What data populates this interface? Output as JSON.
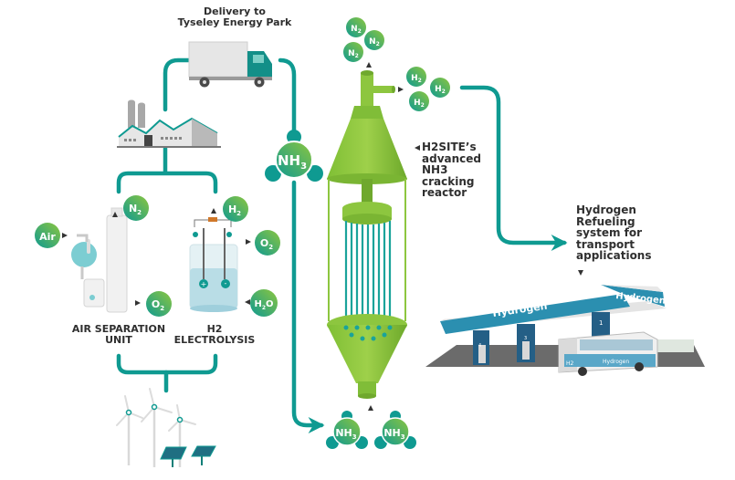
{
  "colors": {
    "teal": "#0f9a91",
    "teal_dark": "#0a7f79",
    "green_light": "#8cc63f",
    "green_reactor": "#8dc63f",
    "green_reactor_dark": "#6fa82d",
    "tube_teal": "#1aa39a",
    "text": "#2f2f2f",
    "canopy_blue": "#2b8fb0"
  },
  "labels": {
    "delivery_line1": "Delivery to",
    "delivery_line2": "Tyseley Energy Park",
    "reactor_line1": "H2SITE’s",
    "reactor_line2": "advanced",
    "reactor_line3": "NH3",
    "reactor_line4": "cracking",
    "reactor_line5": "reactor",
    "hrs_line1": "Hydrogen",
    "hrs_line2": "Refueling",
    "hrs_line3": "system for",
    "hrs_line4": "transport",
    "hrs_line5": "applications",
    "asu_line1": "AIR SEPARATION",
    "asu_line2": "UNIT",
    "elec_line1": "H2",
    "elec_line2": "ELECTROLYSIS"
  },
  "station": {
    "canopy_front": "Hydrogen",
    "canopy_side": "Hydrogen",
    "bus_label": "Hydrogen",
    "bus_h2": "H2",
    "pump_numbers": [
      "4",
      "3",
      "1"
    ]
  },
  "molecules": {
    "n2_top": [
      {
        "base": "N",
        "sub": "2"
      },
      {
        "base": "N",
        "sub": "2"
      },
      {
        "base": "N",
        "sub": "2"
      }
    ],
    "h2_right": [
      {
        "base": "H",
        "sub": "2"
      },
      {
        "base": "H",
        "sub": "2"
      },
      {
        "base": "H",
        "sub": "2"
      }
    ],
    "air": {
      "base": "Air",
      "sub": ""
    },
    "asu_n2": {
      "base": "N",
      "sub": "2"
    },
    "asu_o2": {
      "base": "O",
      "sub": "2"
    },
    "elec_h2": {
      "base": "H",
      "sub": "2"
    },
    "elec_o2": {
      "base": "O",
      "sub": "2"
    },
    "elec_h2o": {
      "base": "H",
      "sub": "2",
      "tail": "O"
    },
    "nh3_main": {
      "base": "NH",
      "sub": "3"
    },
    "nh3_bottom": [
      {
        "base": "NH",
        "sub": "3"
      },
      {
        "base": "NH",
        "sub": "3"
      }
    ]
  }
}
